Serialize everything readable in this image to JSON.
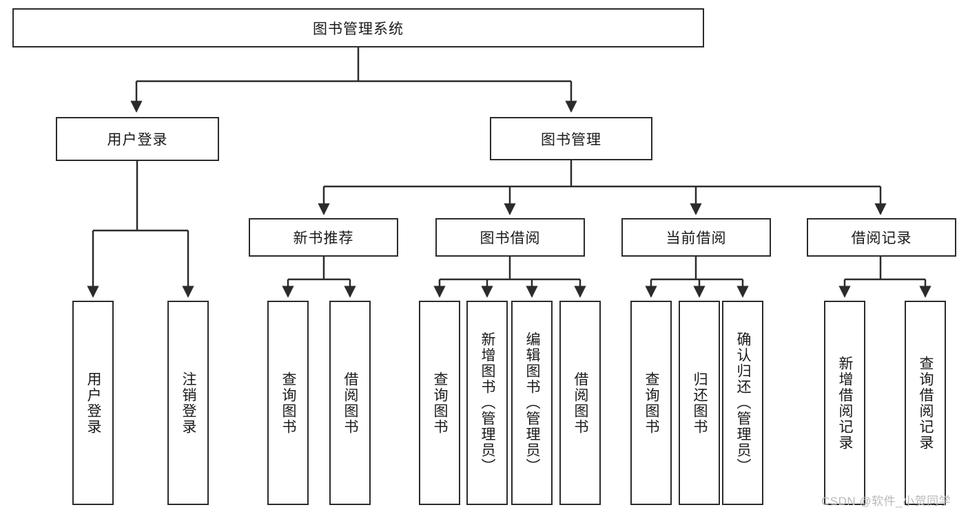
{
  "diagram": {
    "type": "tree",
    "title": "图书管理系统",
    "watermark": "CSDN @软件_小贺同学",
    "colors": {
      "stroke": "#2b2b2b",
      "fill": "#ffffff",
      "text": "#1a1a1a",
      "watermark": "#b9b9b9"
    },
    "root": {
      "label": "图书管理系统"
    },
    "level2": [
      {
        "id": "user-login",
        "label": "用户登录"
      },
      {
        "id": "book-manage",
        "label": "图书管理"
      }
    ],
    "level3": [
      {
        "id": "new-book-recommend",
        "label": "新书推荐"
      },
      {
        "id": "book-borrow",
        "label": "图书借阅"
      },
      {
        "id": "current-borrow",
        "label": "当前借阅"
      },
      {
        "id": "borrow-record",
        "label": "借阅记录"
      }
    ],
    "leaves": {
      "user_login": [
        {
          "id": "leaf-user-login",
          "label": "用户登录"
        },
        {
          "id": "leaf-logout",
          "label": "注销登录"
        }
      ],
      "new_book_recommend": [
        {
          "id": "leaf-query-book-1",
          "label": "查询图书"
        },
        {
          "id": "leaf-borrow-book-1",
          "label": "借阅图书"
        }
      ],
      "book_borrow": [
        {
          "id": "leaf-query-book-2",
          "label": "查询图书"
        },
        {
          "id": "leaf-add-book",
          "label": "新增图书（管理员）"
        },
        {
          "id": "leaf-edit-book",
          "label": "编辑图书（管理员）"
        },
        {
          "id": "leaf-borrow-book-2",
          "label": "借阅图书"
        }
      ],
      "current_borrow": [
        {
          "id": "leaf-query-book-3",
          "label": "查询图书"
        },
        {
          "id": "leaf-return-book",
          "label": "归还图书"
        },
        {
          "id": "leaf-confirm-return",
          "label": "确认归还（管理员）"
        }
      ],
      "borrow_record": [
        {
          "id": "leaf-add-record",
          "label": "新增借阅记录"
        },
        {
          "id": "leaf-query-record",
          "label": "查询借阅记录"
        }
      ]
    }
  }
}
